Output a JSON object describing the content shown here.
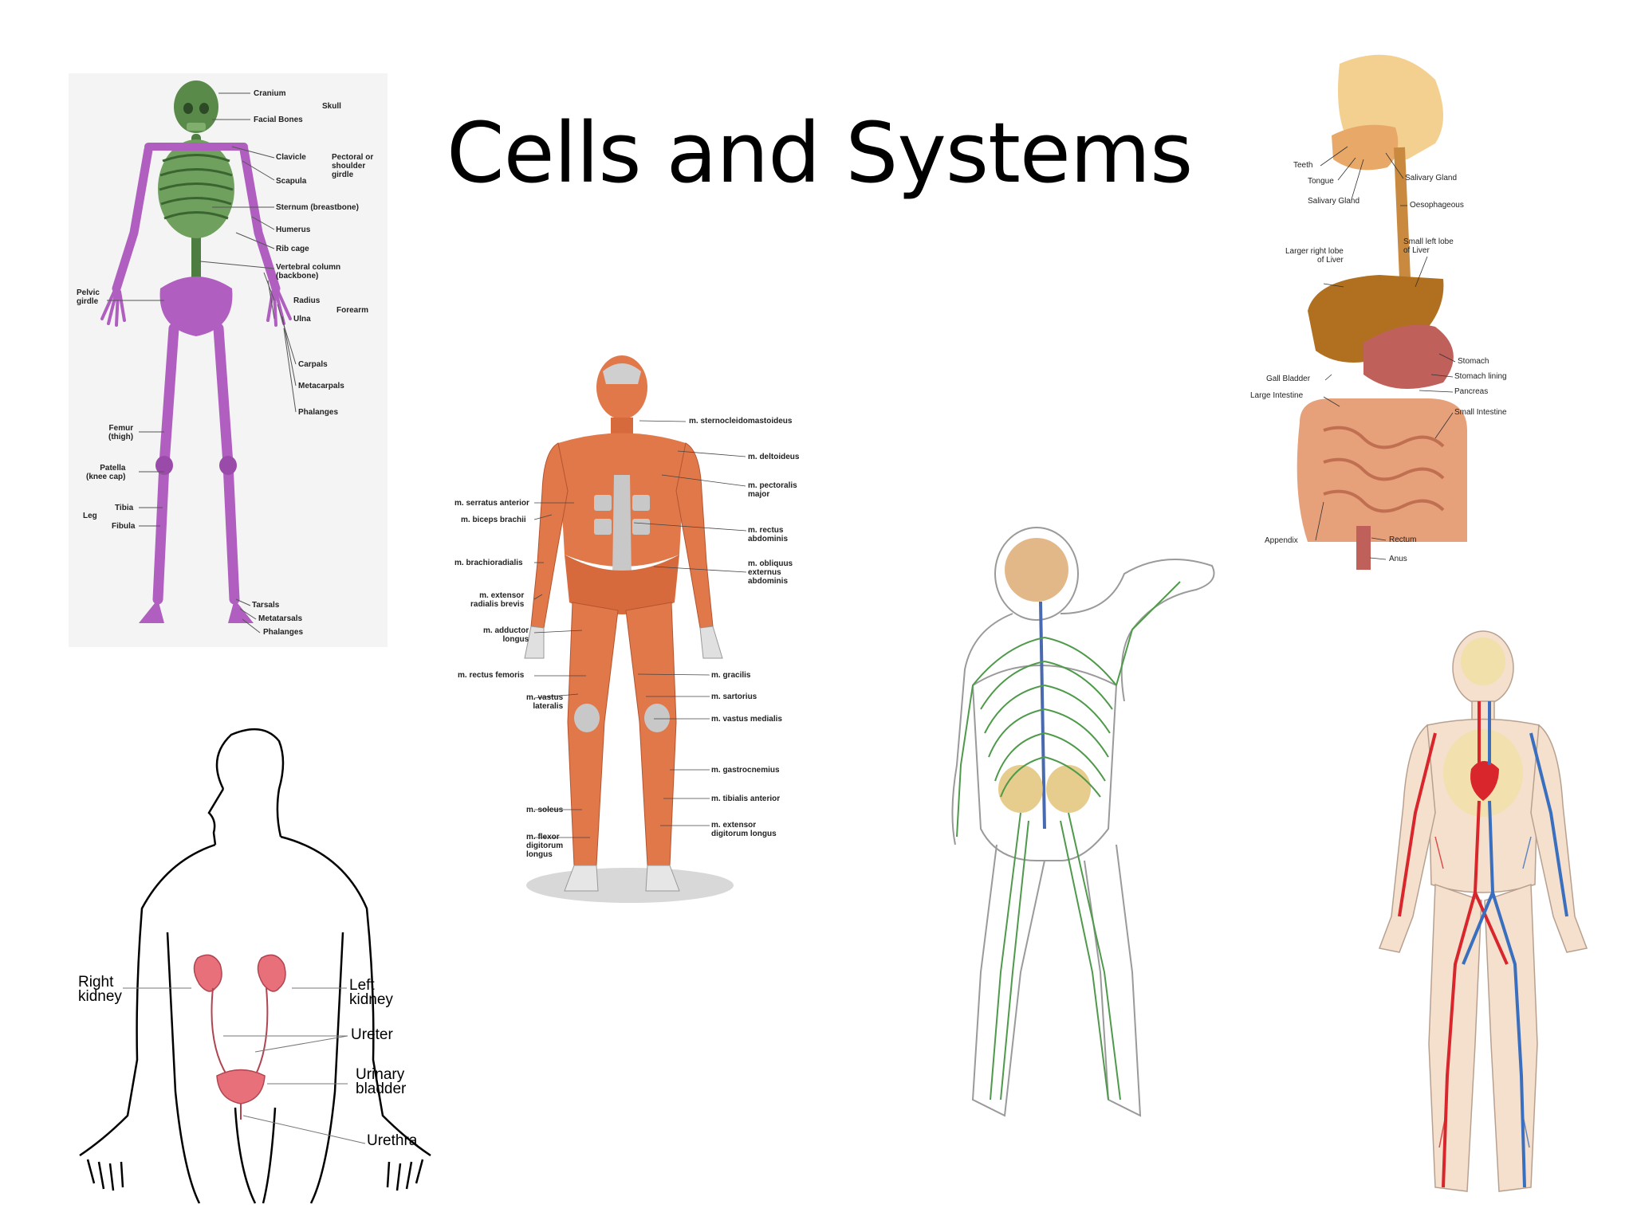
{
  "slide": {
    "title": "Cells and Systems"
  },
  "skeletal": {
    "labels": [
      "Cranium",
      "Facial Bones",
      "Skull",
      "Clavicle",
      "Pectoral or\nshoulder\ngirdle",
      "Scapula",
      "Sternum (breastbone)",
      "Humerus",
      "Rib cage",
      "Vertebral column\n(backbone)",
      "Radius",
      "Forearm",
      "Ulna",
      "Carpals",
      "Metacarpals",
      "Phalanges",
      "Pelvic\ngirdle",
      "Femur\n(thigh)",
      "Patella\n(knee cap)",
      "Leg",
      "Tibia",
      "Fibula",
      "Tarsals",
      "Metatarsals",
      "Phalanges"
    ]
  },
  "muscular": {
    "labels": [
      "m. sternocleidomastoideus",
      "m. deltoideus",
      "m. pectoralis\nmajor",
      "m. serratus anterior",
      "m. biceps brachii",
      "m. rectus\nabdominis",
      "m. brachioradialis",
      "m. obliquus\nexternus\nabdominis",
      "m. extensor\nradialis brevis",
      "m. adductor\nlongus",
      "m. rectus femoris",
      "m. gracilis",
      "m. vastus\nlateralis",
      "m. sartorius",
      "m. vastus medialis",
      "m. gastrocnemius",
      "m. tibialis anterior",
      "m. soleus",
      "m. extensor\ndigitorum longus",
      "m. flexor\ndigitorum\nlongus"
    ]
  },
  "digestive": {
    "labels": [
      "Teeth",
      "Salivary Gland",
      "Tongue",
      "Salivary Gland",
      "Oesophageous",
      "Small left lobe\nof Liver",
      "Larger right lobe\nof Liver",
      "Stomach",
      "Stomach lining",
      "Gall Bladder",
      "Pancreas",
      "Large Intestine",
      "Small Intestine",
      "Appendix",
      "Rectum",
      "Anus"
    ]
  },
  "urinary": {
    "labels": [
      "Right\nkidney",
      "Left\nkidney",
      "Ureter",
      "Urinary\nbladder",
      "Urethra"
    ]
  },
  "colors": {
    "bone_green": "#5a8a4a",
    "bone_purple": "#b05ec0",
    "muscle": "#e0784a",
    "nerve": "#4f9a4a",
    "artery": "#d8262c",
    "vein": "#3a6fc0",
    "liver": "#b07020",
    "kidney": "#e8707a"
  }
}
